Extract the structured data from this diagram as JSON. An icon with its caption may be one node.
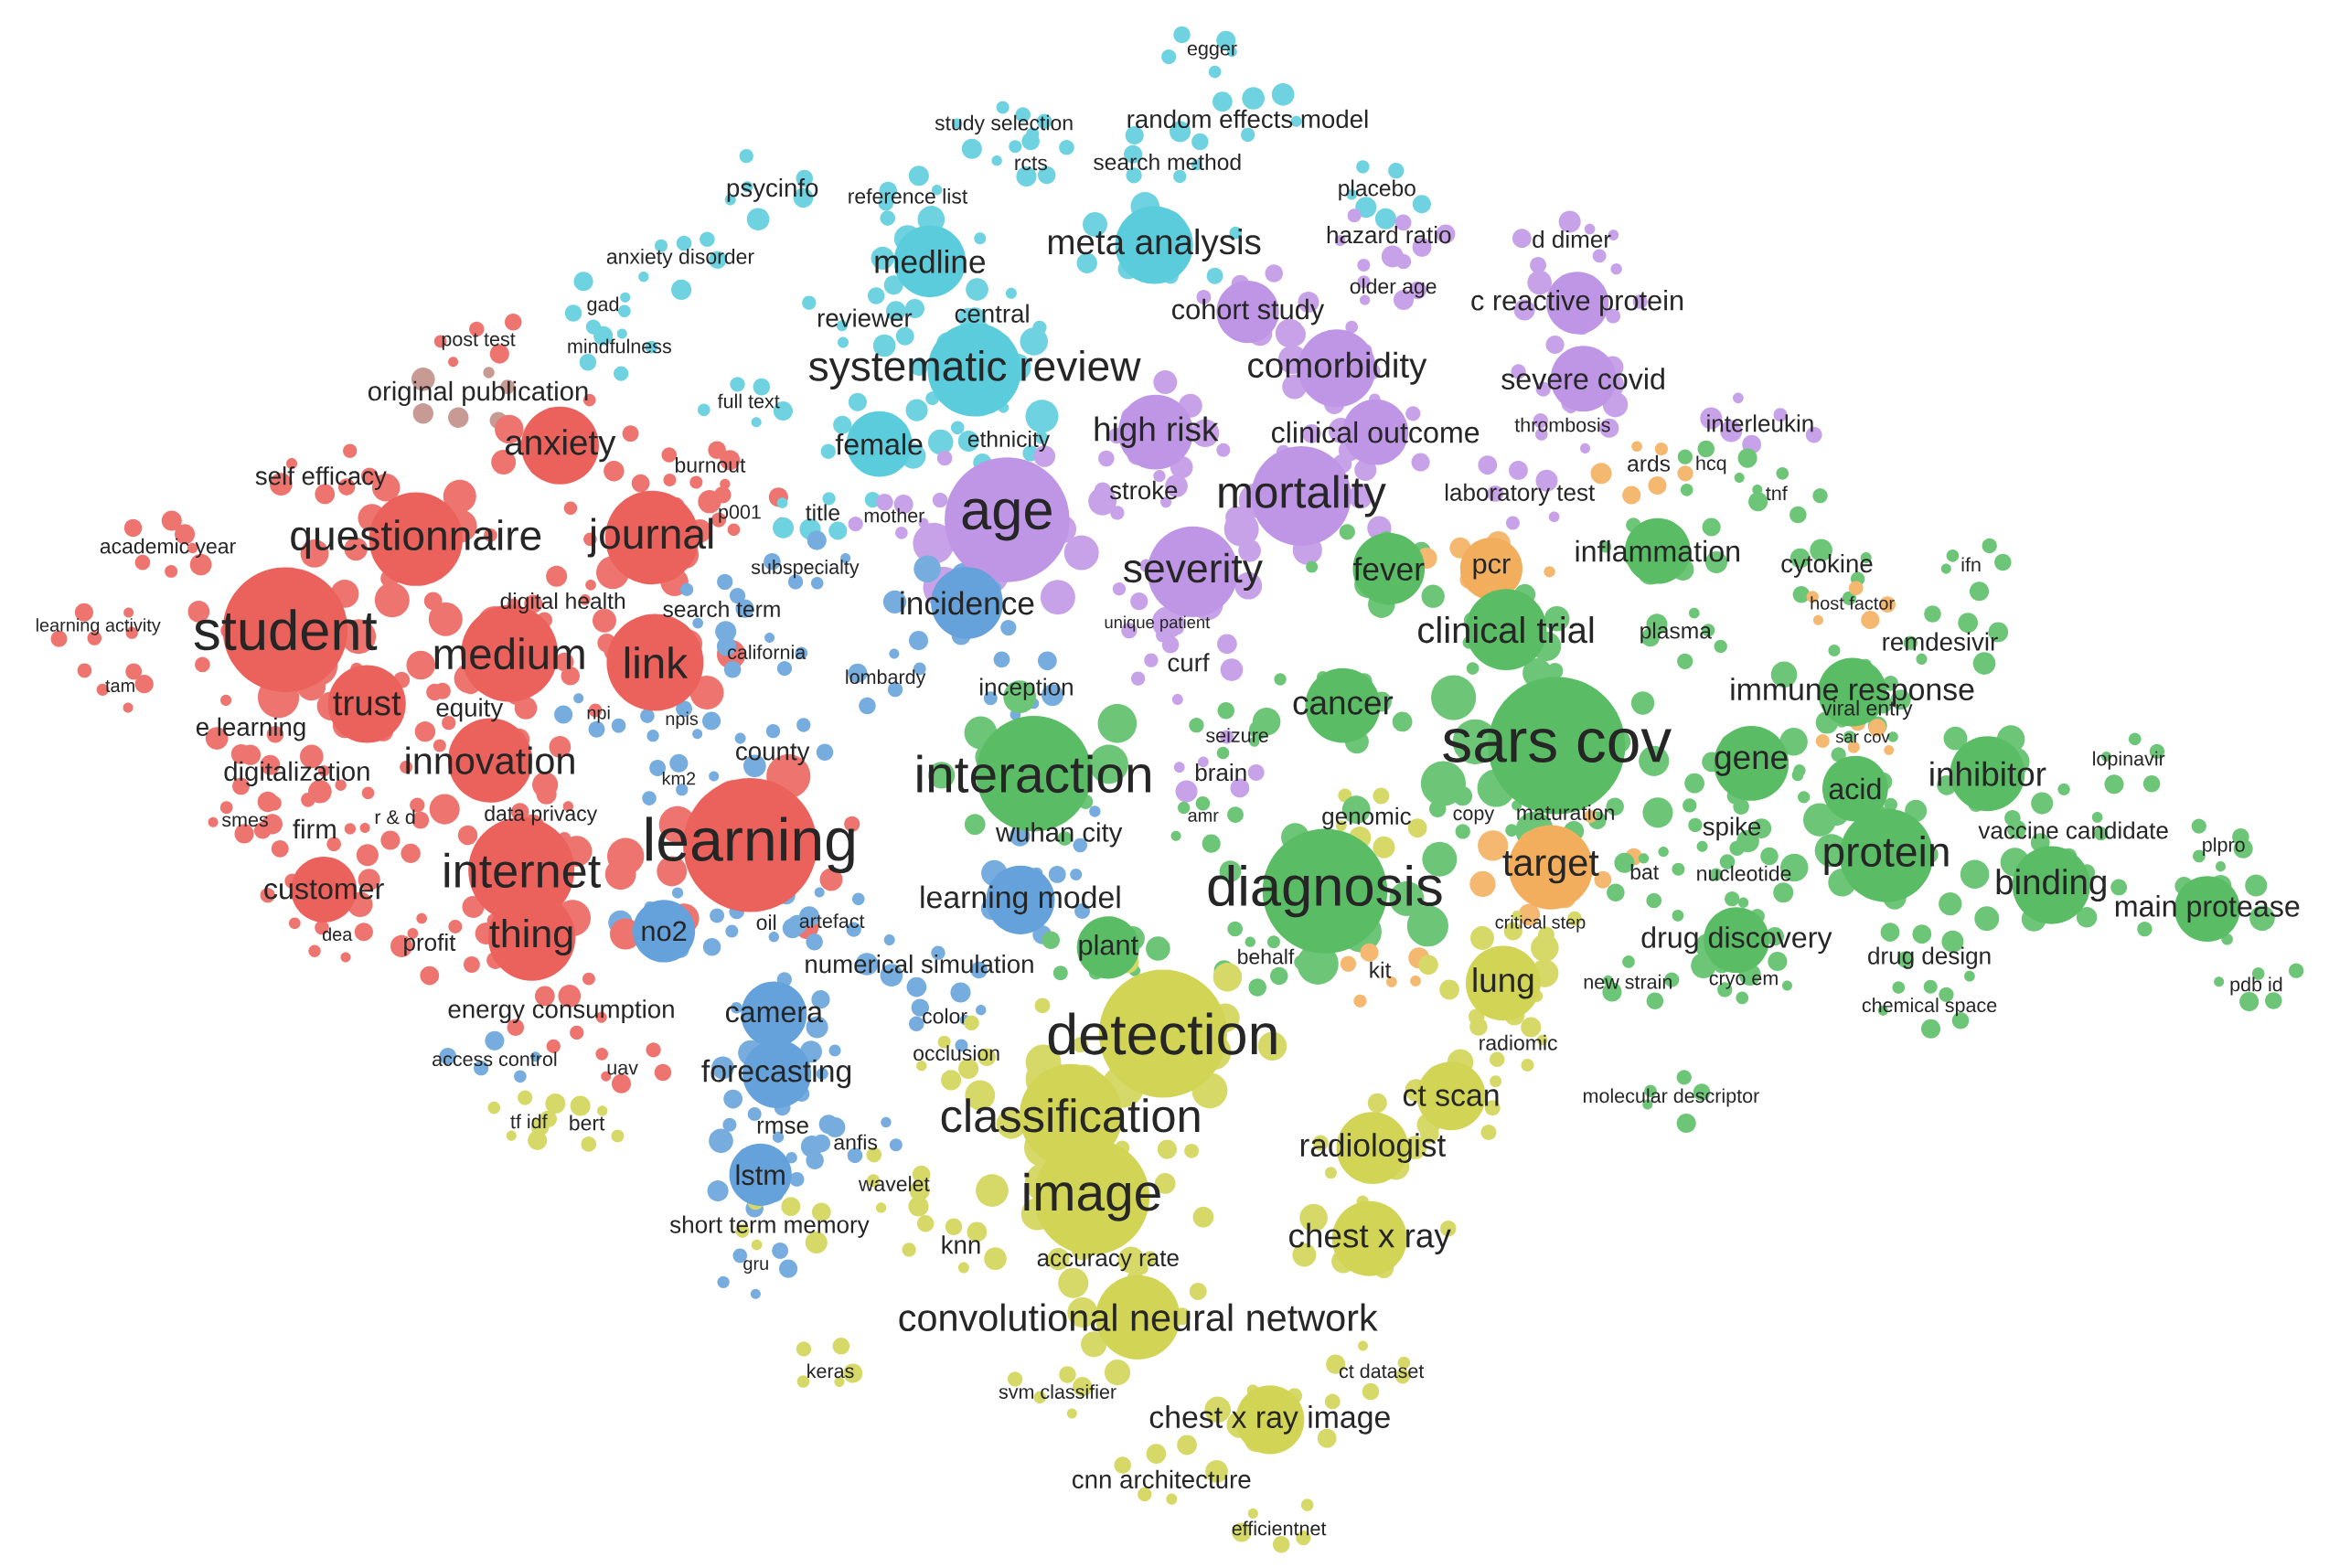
{
  "diagram": {
    "labels": [
      "egger",
      "study selection",
      "random effects model",
      "rcts",
      "search method",
      "psycinfo",
      "reference list",
      "placebo",
      "meta analysis",
      "hazard ratio",
      "d dimer",
      "anxiety disorder",
      "medline",
      "older age",
      "gad",
      "reviewer",
      "central",
      "cohort study",
      "c reactive protein",
      "post test",
      "mindfulness",
      "systematic review",
      "comorbidity",
      "severe covid",
      "original publication",
      "full text",
      "anxiety",
      "female",
      "ethnicity",
      "high risk",
      "clinical outcome",
      "thrombosis",
      "interleukin",
      "burnout",
      "ards",
      "hcq",
      "self efficacy",
      "stroke",
      "mortality",
      "laboratory test",
      "tnf",
      "p001",
      "title",
      "mother",
      "age",
      "questionnaire",
      "journal",
      "academic year",
      "fever",
      "pcr",
      "inflammation",
      "subspecialty",
      "severity",
      "cytokine",
      "ifn",
      "digital health",
      "search term",
      "incidence",
      "host factor",
      "learning activity",
      "student",
      "unique patient",
      "clinical trial",
      "plasma",
      "remdesivir",
      "medium",
      "link",
      "california",
      "curf",
      "lombardy",
      "inception",
      "immune response",
      "tam",
      "trust",
      "equity",
      "npi",
      "npis",
      "sars cov",
      "viral entry",
      "e learning",
      "seizure",
      "cancer",
      "sar cov",
      "county",
      "interaction",
      "brain",
      "gene",
      "lopinavir",
      "inhibitor",
      "acid",
      "digitalization",
      "innovation",
      "km2",
      "smes",
      "firm",
      "r & d",
      "data privacy",
      "genomic",
      "copy",
      "maturation",
      "learning",
      "amr",
      "wuhan city",
      "spike",
      "vaccine candidate",
      "internet",
      "learning model",
      "diagnosis",
      "target",
      "customer",
      "bat",
      "nucleotide",
      "protein",
      "plpro",
      "binding",
      "main protease",
      "no2",
      "oil",
      "artefact",
      "dea",
      "profit",
      "thing",
      "numerical simulation",
      "plant",
      "behalf",
      "kit",
      "critical step",
      "lung",
      "drug discovery",
      "drug design",
      "new strain",
      "cryo em",
      "pdb id",
      "energy consumption",
      "camera",
      "color",
      "detection",
      "radiomic",
      "chemical space",
      "access control",
      "uav",
      "forecasting",
      "occlusion",
      "ct scan",
      "molecular descriptor",
      "classification",
      "tf idf",
      "bert",
      "rmse",
      "anfis",
      "radiologist",
      "lstm",
      "wavelet",
      "image",
      "short term memory",
      "chest x ray",
      "knn",
      "accuracy rate",
      "gru",
      "convolutional neural network",
      "keras",
      "ct dataset",
      "svm classifier",
      "chest x ray image",
      "cnn architecture",
      "efficientnet"
    ]
  }
}
